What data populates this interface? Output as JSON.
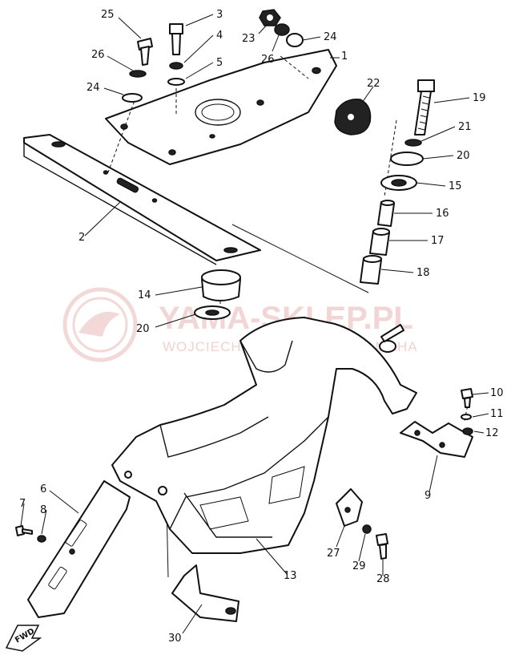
{
  "watermark": {
    "title": "YAMA-SKLEP.PL",
    "subtitle": "WOJCIECHOWICZ | SKLEP YAMAHA",
    "color": "#e9b3b3"
  },
  "fwd_label": "FWD",
  "callouts": [
    {
      "id": "1",
      "label": "1"
    },
    {
      "id": "2",
      "label": "2"
    },
    {
      "id": "3",
      "label": "3"
    },
    {
      "id": "4",
      "label": "4"
    },
    {
      "id": "5",
      "label": "5"
    },
    {
      "id": "6",
      "label": "6"
    },
    {
      "id": "7",
      "label": "7"
    },
    {
      "id": "8",
      "label": "8"
    },
    {
      "id": "9",
      "label": "9"
    },
    {
      "id": "10",
      "label": "10"
    },
    {
      "id": "11",
      "label": "11"
    },
    {
      "id": "12",
      "label": "12"
    },
    {
      "id": "13",
      "label": "13"
    },
    {
      "id": "14",
      "label": "14"
    },
    {
      "id": "15",
      "label": "15"
    },
    {
      "id": "16",
      "label": "16"
    },
    {
      "id": "17",
      "label": "17"
    },
    {
      "id": "18",
      "label": "18"
    },
    {
      "id": "19",
      "label": "19"
    },
    {
      "id": "20a",
      "label": "20"
    },
    {
      "id": "20b",
      "label": "20"
    },
    {
      "id": "21",
      "label": "21"
    },
    {
      "id": "22",
      "label": "22"
    },
    {
      "id": "23",
      "label": "23"
    },
    {
      "id": "24a",
      "label": "24"
    },
    {
      "id": "24b",
      "label": "24"
    },
    {
      "id": "25",
      "label": "25"
    },
    {
      "id": "26a",
      "label": "26"
    },
    {
      "id": "26b",
      "label": "26"
    },
    {
      "id": "27",
      "label": "27"
    },
    {
      "id": "28",
      "label": "28"
    },
    {
      "id": "29",
      "label": "29"
    },
    {
      "id": "30",
      "label": "30"
    }
  ]
}
